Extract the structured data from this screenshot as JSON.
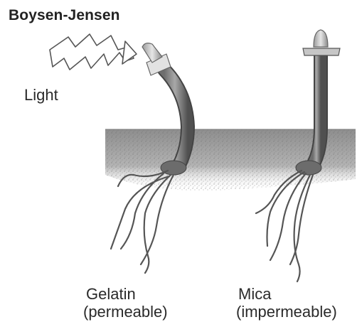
{
  "title": "Boysen-Jensen",
  "light_label": "Light",
  "gelatin": {
    "name": "Gelatin",
    "property": "(permeable)"
  },
  "mica": {
    "name": "Mica",
    "property": "(impermeable)"
  },
  "colors": {
    "soil": "#9a9a9a",
    "stem": "#7d7d7d",
    "stem_dark": "#4f4f4f",
    "gelatin_band": "#d6d6d6",
    "mica_plate": "#bdbdbd",
    "tip": "#c8c8c8"
  }
}
